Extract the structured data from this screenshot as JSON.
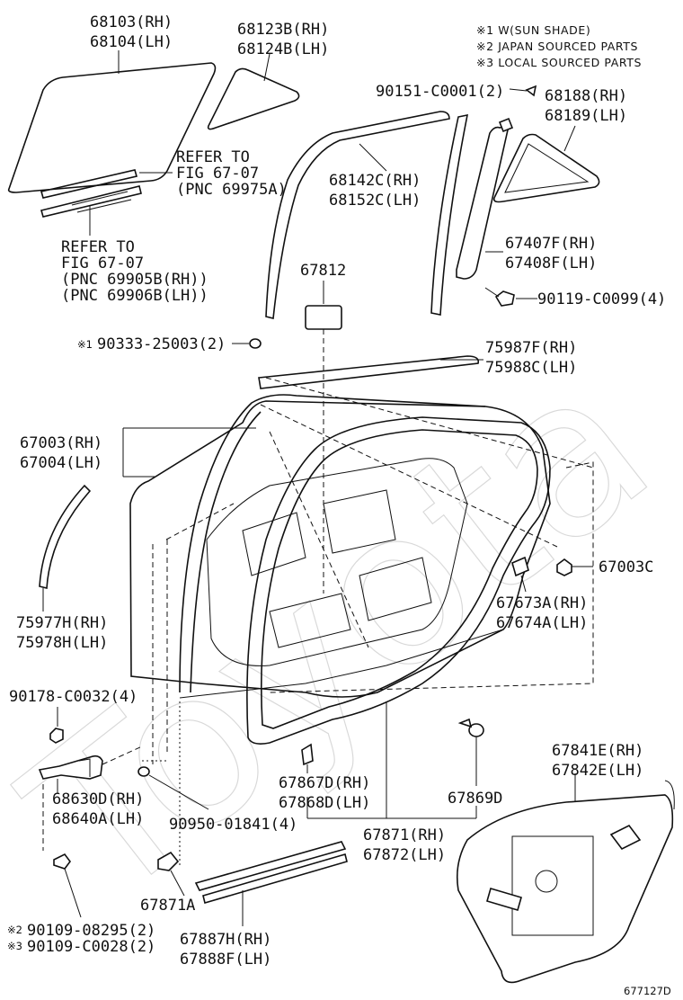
{
  "notes": [
    "※1 W(SUN SHADE)",
    "※2 JAPAN SOURCED PARTS",
    "※3 LOCAL SOURCED PARTS"
  ],
  "labels": {
    "p68103": "68103(RH)",
    "p68104": "68104(LH)",
    "p68123": "68123B(RH)",
    "p68124": "68124B(LH)",
    "p90151": "90151-C0001(2)",
    "p68188": "68188(RH)",
    "p68189": "68189(LH)",
    "refer1_l1": "REFER TO",
    "refer1_l2": "FIG 67-07",
    "refer1_l3": "(PNC 69975A)",
    "p68142": "68142C(RH)",
    "p68152": "68152C(LH)",
    "refer2_l1": "REFER TO",
    "refer2_l2": "FIG 67-07",
    "refer2_l3": "(PNC 69905B(RH))",
    "refer2_l4": "(PNC 69906B(LH))",
    "p67407": "67407F(RH)",
    "p67408": "67408F(LH)",
    "p67812": "67812",
    "p90119": "90119-C0099(4)",
    "p90333": "90333-25003(2)",
    "p90333_mark": "※1",
    "p75987": "75987F(RH)",
    "p75988": "75988C(LH)",
    "p67003": "67003(RH)",
    "p67004": "67004(LH)",
    "p67003c": "67003C",
    "p67673": "67673A(RH)",
    "p67674": "67674A(LH)",
    "p75977": "75977H(RH)",
    "p75978": "75978H(LH)",
    "p90178": "90178-C0032(4)",
    "p67841": "67841E(RH)",
    "p67842": "67842E(LH)",
    "p67867": "67867D(RH)",
    "p67868": "67868D(LH)",
    "p67869": "67869D",
    "p68630": "68630D(RH)",
    "p68640": "68640A(LH)",
    "p90950": "90950-01841(4)",
    "p67871": "67871(RH)",
    "p67872": "67872(LH)",
    "p67871a": "67871A",
    "p90109a_mark": "※2",
    "p90109a": "90109-08295(2)",
    "p90109b_mark": "※3",
    "p90109b": "90109-C0028(2)",
    "p67887": "67887H(RH)",
    "p67888": "67888F(LH)"
  },
  "figure_code": "677127D",
  "watermark": "Toyota"
}
